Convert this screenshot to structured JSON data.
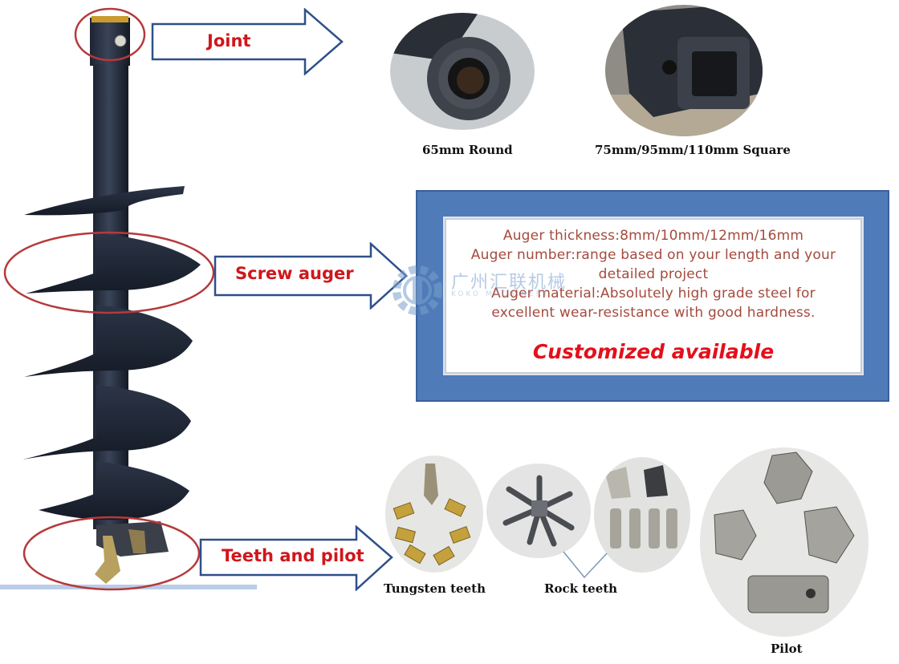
{
  "callouts": {
    "joint": "Joint",
    "screw_auger": "Screw auger",
    "teeth_and_pilot": "Teeth and pilot"
  },
  "joint_options": {
    "round": "65mm Round",
    "square": "75mm/95mm/110mm Square"
  },
  "specs": {
    "thickness": "Auger thickness:8mm/10mm/12mm/16mm",
    "number_line1": "Auger number:range based on your length and your",
    "number_line2": "detailed project",
    "material_line1": "Auger material:Absolutely high grade steel for",
    "material_line2": "excellent wear-resistance with good hardness.",
    "customized": "Customized available"
  },
  "watermark": {
    "name": "广州汇联机械",
    "sub": "KOKO MACHINERY"
  },
  "teeth": {
    "tungsten": "Tungsten teeth",
    "rock": "Rock teeth",
    "pilot": "Pilot"
  },
  "colors": {
    "accent_red": "#d0161b",
    "box_blue": "#4f7bb8",
    "arrow_stroke": "#2f4f8a"
  }
}
